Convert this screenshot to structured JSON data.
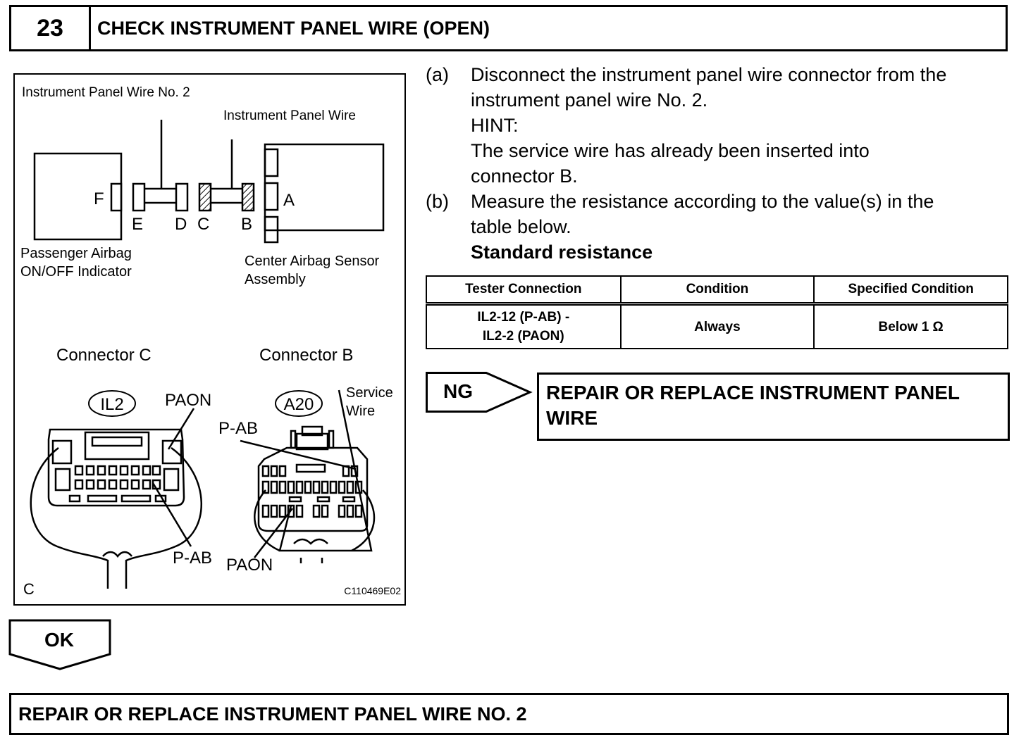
{
  "header": {
    "step_number": "23",
    "title": "CHECK INSTRUMENT PANEL WIRE (OPEN)"
  },
  "figure": {
    "labels": {
      "ip_wire_no2": "Instrument Panel Wire No. 2",
      "ip_wire": "Instrument Panel Wire",
      "passenger_airbag_line1": "Passenger Airbag",
      "passenger_airbag_line2": "ON/OFF Indicator",
      "center_sensor_line1": "Center Airbag Sensor",
      "center_sensor_line2": "Assembly",
      "conn_a": "A",
      "conn_b": "B",
      "conn_c": "C",
      "conn_d": "D",
      "conn_e": "E",
      "conn_f": "F",
      "connector_c_title": "Connector C",
      "connector_b_title": "Connector B",
      "il2": "IL2",
      "a20": "A20",
      "paon_top": "PAON",
      "pab_bottom": "P-AB",
      "pab_top": "P-AB",
      "paon_bottom": "PAON",
      "service_wire_line1": "Service",
      "service_wire_line2": "Wire",
      "corner": "C",
      "figure_code": "C110469E02"
    }
  },
  "steps": [
    {
      "label": "(a)",
      "lines": [
        "Disconnect the instrument panel wire connector from the",
        "instrument panel wire No. 2.",
        "HINT:",
        "The service wire has already been inserted into",
        "connector B."
      ]
    },
    {
      "label": "(b)",
      "lines": [
        "Measure the resistance according to the value(s) in the",
        "table below."
      ],
      "subheading": "Standard resistance"
    }
  ],
  "table": {
    "headers": [
      "Tester Connection",
      "Condition",
      "Specified Condition"
    ],
    "rows": [
      {
        "tester_line1": "IL2-12 (P-AB) -",
        "tester_line2": "IL2-2 (PAON)",
        "condition": "Always",
        "specified": "Below 1 Ω"
      }
    ]
  },
  "ng": {
    "label": "NG",
    "action_line1": "REPAIR OR REPLACE INSTRUMENT PANEL",
    "action_line2": "WIRE"
  },
  "ok": {
    "label": "OK"
  },
  "footer": {
    "text": "REPAIR OR REPLACE INSTRUMENT PANEL WIRE NO. 2"
  }
}
